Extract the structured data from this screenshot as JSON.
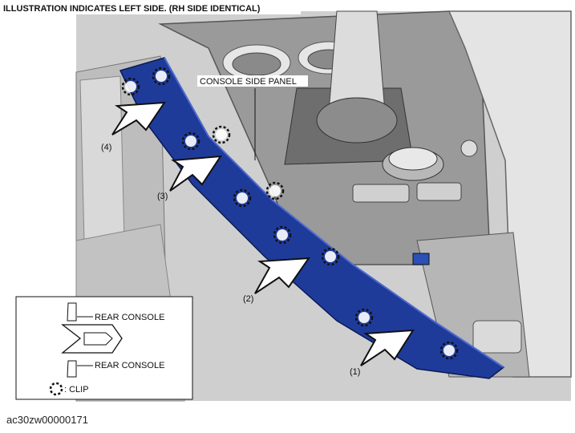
{
  "header": {
    "note": "ILLUSTRATION INDICATES LEFT SIDE. (RH SIDE IDENTICAL)"
  },
  "callouts": {
    "panel": "CONSOLE SIDE PANEL"
  },
  "steps": [
    "(1)",
    "(2)",
    "(3)",
    "(4)"
  ],
  "legend": {
    "top_label": "REAR CONSOLE",
    "bottom_label": "REAR CONSOLE",
    "clip_label": ": CLIP"
  },
  "footer": {
    "figure_id": "ac30zw00000171"
  },
  "colors": {
    "panel": "#1f3b9a",
    "panel_dark": "#132a78",
    "background": "#d6d6d6"
  }
}
